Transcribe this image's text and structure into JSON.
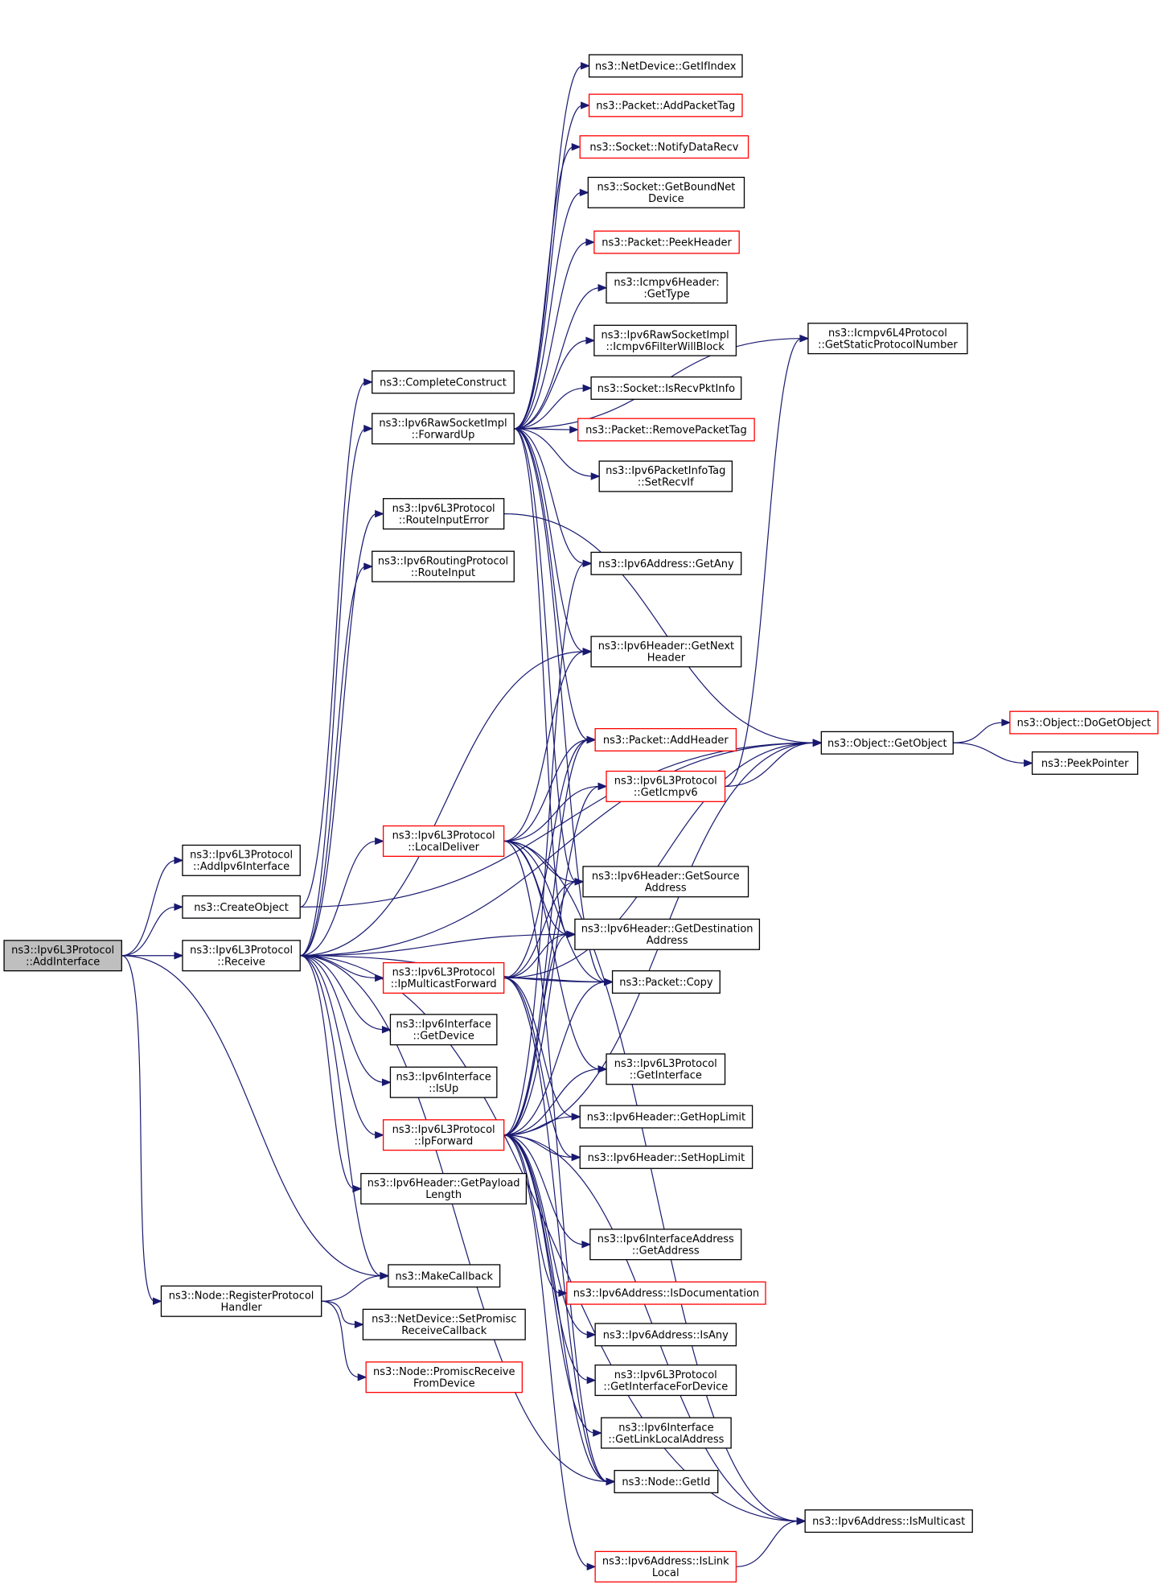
{
  "diagram": {
    "type": "call-graph",
    "colors": {
      "edge": "#191970",
      "border": "#000000",
      "external_border": "#ff0000",
      "root_fill": "#bfbfbf"
    },
    "nodes": [
      {
        "id": "root",
        "lines": [
          "ns3::Ipv6L3Protocol",
          "::AddInterface"
        ],
        "style": "root"
      },
      {
        "id": "addipv6",
        "lines": [
          "ns3::Ipv6L3Protocol",
          "::AddIpv6Interface"
        ],
        "style": "normal"
      },
      {
        "id": "createobj",
        "lines": [
          "ns3::CreateObject"
        ],
        "style": "normal"
      },
      {
        "id": "receive",
        "lines": [
          "ns3::Ipv6L3Protocol",
          "::Receive"
        ],
        "style": "normal"
      },
      {
        "id": "registerph",
        "lines": [
          "ns3::Node::RegisterProtocol",
          "Handler"
        ],
        "style": "normal"
      },
      {
        "id": "completeconstruct",
        "lines": [
          "ns3::CompleteConstruct"
        ],
        "style": "normal"
      },
      {
        "id": "forwardup",
        "lines": [
          "ns3::Ipv6RawSocketImpl",
          "::ForwardUp"
        ],
        "style": "normal"
      },
      {
        "id": "routeinputerror",
        "lines": [
          "ns3::Ipv6L3Protocol",
          "::RouteInputError"
        ],
        "style": "normal"
      },
      {
        "id": "routeinput",
        "lines": [
          "ns3::Ipv6RoutingProtocol",
          "::RouteInput"
        ],
        "style": "normal"
      },
      {
        "id": "localdeliver",
        "lines": [
          "ns3::Ipv6L3Protocol",
          "::LocalDeliver"
        ],
        "style": "red"
      },
      {
        "id": "ipmcastfwd",
        "lines": [
          "ns3::Ipv6L3Protocol",
          "::IpMulticastForward"
        ],
        "style": "red"
      },
      {
        "id": "ifgetdevice",
        "lines": [
          "ns3::Ipv6Interface",
          "::GetDevice"
        ],
        "style": "normal"
      },
      {
        "id": "ifisup",
        "lines": [
          "ns3::Ipv6Interface",
          "::IsUp"
        ],
        "style": "normal"
      },
      {
        "id": "ipforward",
        "lines": [
          "ns3::Ipv6L3Protocol",
          "::IpForward"
        ],
        "style": "red"
      },
      {
        "id": "getpayloadlen",
        "lines": [
          "ns3::Ipv6Header::GetPayload",
          "Length"
        ],
        "style": "normal"
      },
      {
        "id": "makecallback",
        "lines": [
          "ns3::MakeCallback"
        ],
        "style": "normal"
      },
      {
        "id": "setpromisc",
        "lines": [
          "ns3::NetDevice::SetPromisc",
          "ReceiveCallback"
        ],
        "style": "normal"
      },
      {
        "id": "promiscrecv",
        "lines": [
          "ns3::Node::PromiscReceive",
          "FromDevice"
        ],
        "style": "red"
      },
      {
        "id": "getifindex",
        "lines": [
          "ns3::NetDevice::GetIfIndex"
        ],
        "style": "normal"
      },
      {
        "id": "addpackettag",
        "lines": [
          "ns3::Packet::AddPacketTag"
        ],
        "style": "red"
      },
      {
        "id": "notifydatarecv",
        "lines": [
          "ns3::Socket::NotifyDataRecv"
        ],
        "style": "red"
      },
      {
        "id": "getboundnetdev",
        "lines": [
          "ns3::Socket::GetBoundNet",
          "Device"
        ],
        "style": "normal"
      },
      {
        "id": "peekheader",
        "lines": [
          "ns3::Packet::PeekHeader"
        ],
        "style": "red"
      },
      {
        "id": "icmpgettype",
        "lines": [
          "ns3::Icmpv6Header:",
          ":GetType"
        ],
        "style": "normal"
      },
      {
        "id": "filterwillblock",
        "lines": [
          "ns3::Ipv6RawSocketImpl",
          "::Icmpv6FilterWillBlock"
        ],
        "style": "normal"
      },
      {
        "id": "isrecvpktinfo",
        "lines": [
          "ns3::Socket::IsRecvPktInfo"
        ],
        "style": "normal"
      },
      {
        "id": "removepackettag",
        "lines": [
          "ns3::Packet::RemovePacketTag"
        ],
        "style": "red"
      },
      {
        "id": "setrecvif",
        "lines": [
          "ns3::Ipv6PacketInfoTag",
          "::SetRecvIf"
        ],
        "style": "normal"
      },
      {
        "id": "getany",
        "lines": [
          "ns3::Ipv6Address::GetAny"
        ],
        "style": "normal"
      },
      {
        "id": "getnextheader",
        "lines": [
          "ns3::Ipv6Header::GetNext",
          "Header"
        ],
        "style": "normal"
      },
      {
        "id": "addheader",
        "lines": [
          "ns3::Packet::AddHeader"
        ],
        "style": "red"
      },
      {
        "id": "geticmpv6",
        "lines": [
          "ns3::Ipv6L3Protocol",
          "::GetIcmpv6"
        ],
        "style": "red"
      },
      {
        "id": "getsource",
        "lines": [
          "ns3::Ipv6Header::GetSource",
          "Address"
        ],
        "style": "normal"
      },
      {
        "id": "getdest",
        "lines": [
          "ns3::Ipv6Header::GetDestination",
          "Address"
        ],
        "style": "normal"
      },
      {
        "id": "packetcopy",
        "lines": [
          "ns3::Packet::Copy"
        ],
        "style": "normal"
      },
      {
        "id": "getinterface",
        "lines": [
          "ns3::Ipv6L3Protocol",
          "::GetInterface"
        ],
        "style": "normal"
      },
      {
        "id": "gethoplimit",
        "lines": [
          "ns3::Ipv6Header::GetHopLimit"
        ],
        "style": "normal"
      },
      {
        "id": "sethoplimit",
        "lines": [
          "ns3::Ipv6Header::SetHopLimit"
        ],
        "style": "normal"
      },
      {
        "id": "ifaddrgetaddr",
        "lines": [
          "ns3::Ipv6InterfaceAddress",
          "::GetAddress"
        ],
        "style": "normal"
      },
      {
        "id": "isdocumentation",
        "lines": [
          "ns3::Ipv6Address::IsDocumentation"
        ],
        "style": "red"
      },
      {
        "id": "isany",
        "lines": [
          "ns3::Ipv6Address::IsAny"
        ],
        "style": "normal"
      },
      {
        "id": "getifordevice",
        "lines": [
          "ns3::Ipv6L3Protocol",
          "::GetInterfaceForDevice"
        ],
        "style": "normal"
      },
      {
        "id": "getlinklocal",
        "lines": [
          "ns3::Ipv6Interface",
          "::GetLinkLocalAddress"
        ],
        "style": "normal"
      },
      {
        "id": "nodegetid",
        "lines": [
          "ns3::Node::GetId"
        ],
        "style": "normal"
      },
      {
        "id": "ismulticast",
        "lines": [
          "ns3::Ipv6Address::IsMulticast"
        ],
        "style": "normal"
      },
      {
        "id": "islinklocal",
        "lines": [
          "ns3::Ipv6Address::IsLink",
          "Local"
        ],
        "style": "red"
      },
      {
        "id": "staticprotonum",
        "lines": [
          "ns3::Icmpv6L4Protocol",
          "::GetStaticProtocolNumber"
        ],
        "style": "normal"
      },
      {
        "id": "getobject",
        "lines": [
          "ns3::Object::GetObject"
        ],
        "style": "normal"
      },
      {
        "id": "dogetobject",
        "lines": [
          "ns3::Object::DoGetObject"
        ],
        "style": "red"
      },
      {
        "id": "peekpointer",
        "lines": [
          "ns3::PeekPointer"
        ],
        "style": "normal"
      }
    ],
    "edges": [
      [
        "root",
        "addipv6"
      ],
      [
        "root",
        "createobj"
      ],
      [
        "root",
        "receive"
      ],
      [
        "root",
        "registerph"
      ],
      [
        "root",
        "makecallback"
      ],
      [
        "createobj",
        "completeconstruct"
      ],
      [
        "createobj",
        "getobject"
      ],
      [
        "receive",
        "forwardup"
      ],
      [
        "receive",
        "routeinputerror"
      ],
      [
        "receive",
        "routeinput"
      ],
      [
        "receive",
        "localdeliver"
      ],
      [
        "receive",
        "ipmcastfwd"
      ],
      [
        "receive",
        "ifgetdevice"
      ],
      [
        "receive",
        "ifisup"
      ],
      [
        "receive",
        "ipforward"
      ],
      [
        "receive",
        "getpayloadlen"
      ],
      [
        "receive",
        "makecallback"
      ],
      [
        "receive",
        "getobject"
      ],
      [
        "receive",
        "getdest"
      ],
      [
        "receive",
        "packetcopy"
      ],
      [
        "receive",
        "ismulticast"
      ],
      [
        "receive",
        "nodegetid"
      ],
      [
        "receive",
        "getnextheader"
      ],
      [
        "registerph",
        "makecallback"
      ],
      [
        "registerph",
        "setpromisc"
      ],
      [
        "registerph",
        "promiscrecv"
      ],
      [
        "forwardup",
        "getifindex"
      ],
      [
        "forwardup",
        "addpackettag"
      ],
      [
        "forwardup",
        "notifydatarecv"
      ],
      [
        "forwardup",
        "getboundnetdev"
      ],
      [
        "forwardup",
        "peekheader"
      ],
      [
        "forwardup",
        "icmpgettype"
      ],
      [
        "forwardup",
        "filterwillblock"
      ],
      [
        "forwardup",
        "isrecvpktinfo"
      ],
      [
        "forwardup",
        "removepackettag"
      ],
      [
        "forwardup",
        "setrecvif"
      ],
      [
        "forwardup",
        "getany"
      ],
      [
        "forwardup",
        "getnextheader"
      ],
      [
        "forwardup",
        "addheader"
      ],
      [
        "forwardup",
        "getsource"
      ],
      [
        "forwardup",
        "getdest"
      ],
      [
        "forwardup",
        "packetcopy"
      ],
      [
        "forwardup",
        "staticprotonum"
      ],
      [
        "routeinputerror",
        "getobject"
      ],
      [
        "localdeliver",
        "getnextheader"
      ],
      [
        "localdeliver",
        "addheader"
      ],
      [
        "localdeliver",
        "geticmpv6"
      ],
      [
        "localdeliver",
        "getsource"
      ],
      [
        "localdeliver",
        "getdest"
      ],
      [
        "localdeliver",
        "packetcopy"
      ],
      [
        "localdeliver",
        "getinterface"
      ],
      [
        "localdeliver",
        "ismulticast"
      ],
      [
        "localdeliver",
        "nodegetid"
      ],
      [
        "ipmcastfwd",
        "getsource"
      ],
      [
        "ipmcastfwd",
        "getdest"
      ],
      [
        "ipmcastfwd",
        "packetcopy"
      ],
      [
        "ipmcastfwd",
        "getobject"
      ],
      [
        "ipmcastfwd",
        "gethoplimit"
      ],
      [
        "ipmcastfwd",
        "sethoplimit"
      ],
      [
        "ipmcastfwd",
        "addheader"
      ],
      [
        "ipmcastfwd",
        "nodegetid"
      ],
      [
        "ipforward",
        "packetcopy"
      ],
      [
        "ipforward",
        "getinterface"
      ],
      [
        "ipforward",
        "gethoplimit"
      ],
      [
        "ipforward",
        "sethoplimit"
      ],
      [
        "ipforward",
        "getobject"
      ],
      [
        "ipforward",
        "ifaddrgetaddr"
      ],
      [
        "ipforward",
        "isdocumentation"
      ],
      [
        "ipforward",
        "isany"
      ],
      [
        "ipforward",
        "getifordevice"
      ],
      [
        "ipforward",
        "getlinklocal"
      ],
      [
        "ipforward",
        "nodegetid"
      ],
      [
        "ipforward",
        "ismulticast"
      ],
      [
        "ipforward",
        "islinklocal"
      ],
      [
        "ipforward",
        "getsource"
      ],
      [
        "ipforward",
        "getdest"
      ],
      [
        "ipforward",
        "geticmpv6"
      ],
      [
        "ipforward",
        "addheader"
      ],
      [
        "ipforward",
        "getany"
      ],
      [
        "geticmpv6",
        "getobject"
      ],
      [
        "geticmpv6",
        "staticprotonum"
      ],
      [
        "islinklocal",
        "ismulticast"
      ],
      [
        "getobject",
        "dogetobject"
      ],
      [
        "getobject",
        "peekpointer"
      ]
    ]
  }
}
